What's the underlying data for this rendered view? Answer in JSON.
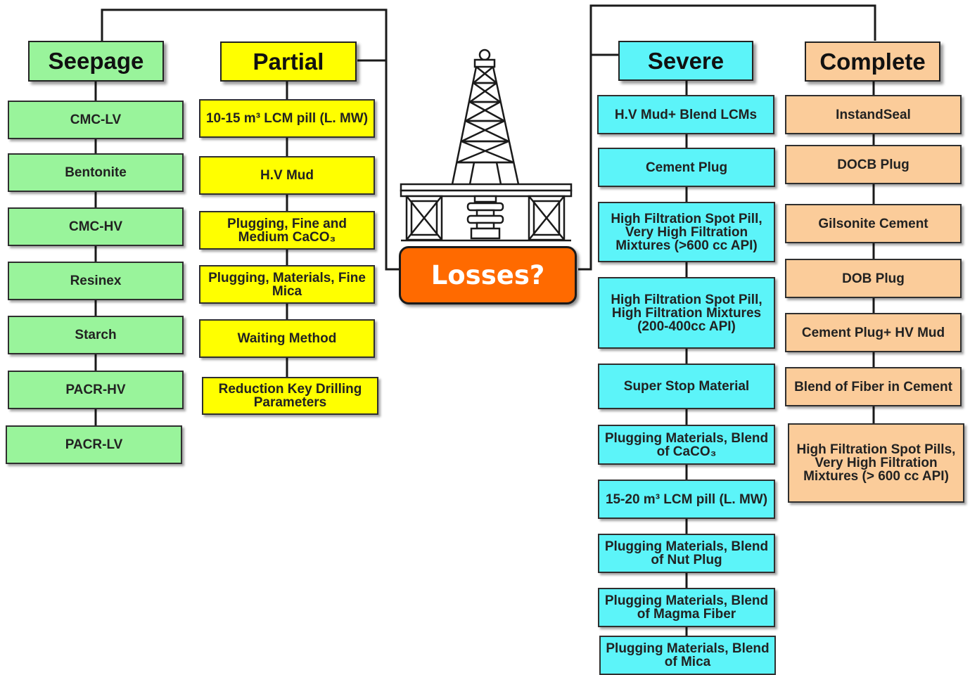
{
  "center": {
    "label": "Losses?"
  },
  "columns": {
    "seepage": {
      "header": "Seepage",
      "color": "#99f49b",
      "items": [
        "CMC-LV",
        "Bentonite",
        "CMC-HV",
        "Resinex",
        "Starch",
        "PACR-HV",
        "PACR-LV"
      ]
    },
    "partial": {
      "header": "Partial",
      "color": "#ffff00",
      "items": [
        "10-15 m³ LCM pill (L. MW)",
        "H.V Mud",
        "Plugging, Fine and Medium CaCO₃",
        "Plugging, Materials, Fine Mica",
        "Waiting Method",
        "Reduction Key Drilling Parameters"
      ]
    },
    "severe": {
      "header": "Severe",
      "color": "#5cf4f9",
      "items": [
        "H.V Mud+ Blend LCMs",
        "Cement Plug",
        "High Filtration Spot Pill, Very High Filtration Mixtures (>600 cc API)",
        "High Filtration Spot Pill, High Filtration Mixtures (200-400cc API)",
        "Super Stop Material",
        "Plugging Materials, Blend of CaCO₃",
        "15-20 m³ LCM pill (L. MW)",
        "Plugging Materials, Blend of Nut Plug",
        "Plugging Materials, Blend of Magma Fiber",
        "Plugging Materials, Blend of Mica"
      ]
    },
    "complete": {
      "header": "Complete",
      "color": "#fbcc9a",
      "items": [
        "InstandSeal",
        "DOCB Plug",
        "Gilsonite Cement",
        "DOB Plug",
        "Cement Plug+ HV Mud",
        "Blend of Fiber in Cement",
        "High Filtration Spot Pills, Very High Filtration Mixtures (> 600 cc API)"
      ]
    }
  },
  "icons": {
    "rig": "drilling-rig-icon"
  }
}
